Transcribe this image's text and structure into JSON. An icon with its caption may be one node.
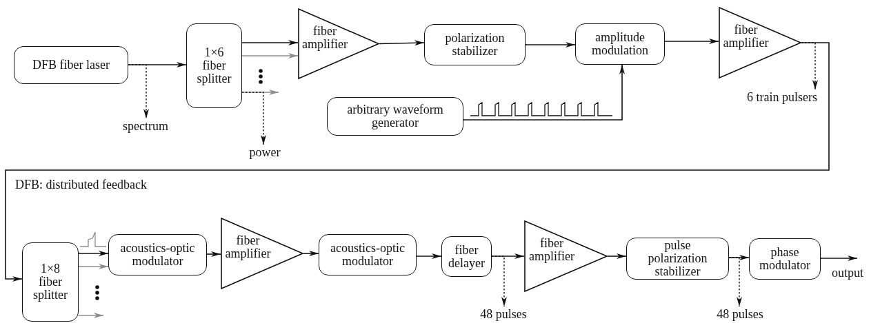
{
  "diagram": {
    "nodes": [
      {
        "text": [
          "DFB fiber laser"
        ]
      },
      {
        "text": [
          "1×6 fiber splitter"
        ]
      },
      {
        "text": [
          "fiber amplifier"
        ]
      },
      {
        "text": [
          "polarization stabilizer"
        ]
      },
      {
        "text": [
          "amplitude modulation"
        ]
      },
      {
        "text": [
          "fiber amplifier"
        ]
      },
      {
        "text": [
          "arbitrary waveform generator"
        ]
      },
      {
        "text": [
          "spectrum"
        ]
      },
      {
        "text": [
          "power"
        ]
      },
      {
        "text": [
          "6 train pulsers"
        ]
      },
      {
        "text": [
          "1×8 fiber splitter"
        ]
      },
      {
        "text": [
          "acoustics-optic modulator"
        ]
      },
      {
        "text": [
          "fiber amplifier"
        ]
      },
      {
        "text": [
          "acoustics-optic modulator"
        ]
      },
      {
        "text": [
          "fiber delayer"
        ]
      },
      {
        "text": [
          "fiber amplifier"
        ]
      },
      {
        "text": [
          "pulse polarization stabilizer"
        ]
      },
      {
        "text": [
          "phase modulator"
        ]
      },
      {
        "text": [
          "48 pulses"
        ]
      },
      {
        "text": [
          "48 pulses"
        ]
      },
      {
        "text": [
          "output"
        ]
      }
    ],
    "edges": [
      {
        "from": 0,
        "to": 1,
        "arrow": "to"
      },
      {
        "from": 0,
        "to": 7,
        "arrow": "to",
        "style": "dashed"
      },
      {
        "from": 1,
        "to": 2,
        "arrow": "to"
      },
      {
        "from": 1,
        "to": 2,
        "arrow": "to",
        "color": "#8c8c8c"
      },
      {
        "from": 1,
        "to": null,
        "arrow": "to",
        "color": "#8c8c8c"
      },
      {
        "from": 1,
        "to": 8,
        "arrow": "to",
        "style": "dashed"
      },
      {
        "from": 2,
        "to": 3,
        "arrow": "to"
      },
      {
        "from": 3,
        "to": 4,
        "arrow": "to"
      },
      {
        "from": 6,
        "to": 4,
        "arrow": "to"
      },
      {
        "from": 4,
        "to": 5,
        "arrow": "to"
      },
      {
        "from": 5,
        "to": 9,
        "arrow": "to",
        "style": "dashed"
      },
      {
        "from": 5,
        "to": 10,
        "arrow": "to"
      },
      {
        "from": 10,
        "to": 11,
        "arrow": "to"
      },
      {
        "from": 10,
        "to": 11,
        "arrow": "to",
        "color": "#8c8c8c"
      },
      {
        "from": 10,
        "to": null,
        "arrow": "to",
        "color": "#8c8c8c"
      },
      {
        "from": 11,
        "to": 12,
        "arrow": "to"
      },
      {
        "from": 12,
        "to": 13,
        "arrow": "to"
      },
      {
        "from": 13,
        "to": 14,
        "arrow": "to"
      },
      {
        "from": 14,
        "to": 15,
        "arrow": "to"
      },
      {
        "from": 14,
        "to": 18,
        "arrow": "to",
        "style": "dashed"
      },
      {
        "from": 15,
        "to": 16,
        "arrow": "to"
      },
      {
        "from": 16,
        "to": 17,
        "arrow": "to"
      },
      {
        "from": 16,
        "to": 19,
        "arrow": "to",
        "style": "dashed"
      },
      {
        "from": 17,
        "to": 20,
        "arrow": "to"
      }
    ],
    "labels": [
      "DFB: distributed feedback"
    ]
  }
}
